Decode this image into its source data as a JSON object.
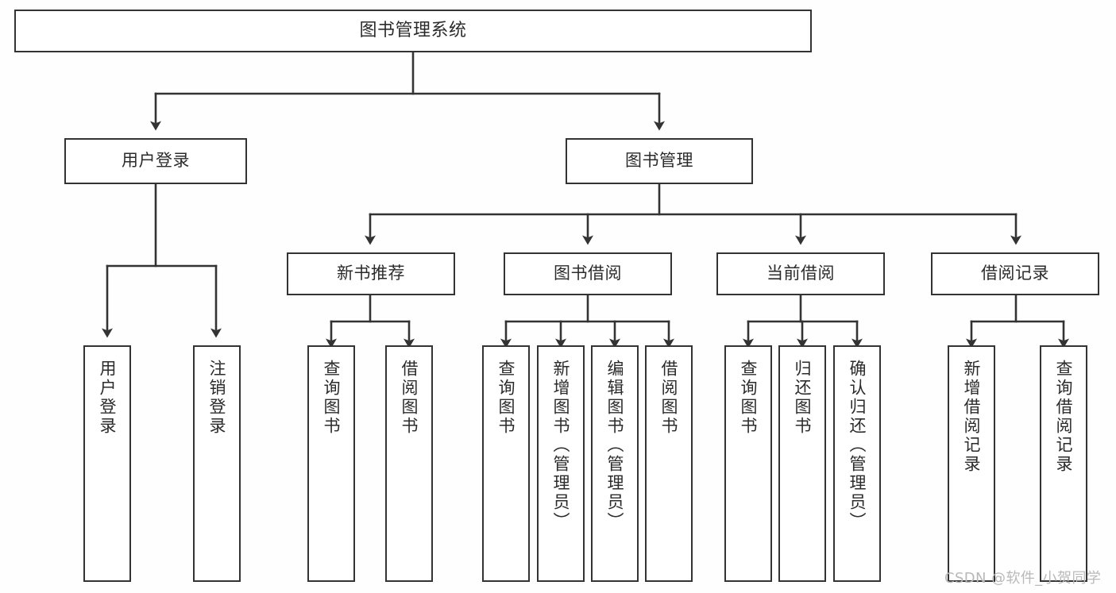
{
  "diagram": {
    "type": "tree",
    "title": "图书管理系统",
    "orientation": "top-down",
    "colors": {
      "background": "#fefefe",
      "node_fill": "#ffffff",
      "node_border": "#333333",
      "edge": "#333333",
      "text": "#2b2b2b",
      "watermark": "#b9b9b9"
    },
    "levels": {
      "level1": [
        "图书管理系统"
      ],
      "level2": [
        "用户登录",
        "图书管理"
      ],
      "level3": [
        "新书推荐",
        "图书借阅",
        "当前借阅",
        "借阅记录"
      ],
      "level4": [
        "用户登录",
        "注销登录",
        "查询图书",
        "借阅图书",
        "查询图书",
        "新增图书（管理员）",
        "编辑图书（管理员）",
        "借阅图书",
        "查询图书",
        "归还图书",
        "确认归还（管理员）",
        "新增借阅记录",
        "查询借阅记录"
      ]
    },
    "nodes": {
      "root": {
        "label": "图书管理系统"
      },
      "user_login": {
        "label": "用户登录"
      },
      "book_manage": {
        "label": "图书管理"
      },
      "new_book_rec": {
        "label": "新书推荐"
      },
      "book_borrow": {
        "label": "图书借阅"
      },
      "current_borrow": {
        "label": "当前借阅"
      },
      "borrow_record": {
        "label": "借阅记录"
      },
      "leaf_user_login": {
        "label": "用户登录"
      },
      "leaf_logout": {
        "label": "注销登录"
      },
      "leaf_query_book_1": {
        "label": "查询图书"
      },
      "leaf_borrow_book_1": {
        "label": "借阅图书"
      },
      "leaf_query_book_2": {
        "label": "查询图书"
      },
      "leaf_add_book": {
        "label": "新增图书（管理员）"
      },
      "leaf_edit_book": {
        "label": "编辑图书（管理员）"
      },
      "leaf_borrow_book_2": {
        "label": "借阅图书"
      },
      "leaf_query_book_3": {
        "label": "查询图书"
      },
      "leaf_return_book": {
        "label": "归还图书"
      },
      "leaf_confirm_return": {
        "label": "确认归还（管理员）"
      },
      "leaf_add_record": {
        "label": "新增借阅记录"
      },
      "leaf_query_record": {
        "label": "查询借阅记录"
      }
    },
    "edges": [
      {
        "from": "root",
        "to": "user_login"
      },
      {
        "from": "root",
        "to": "book_manage"
      },
      {
        "from": "user_login",
        "to": "leaf_user_login"
      },
      {
        "from": "user_login",
        "to": "leaf_logout"
      },
      {
        "from": "book_manage",
        "to": "new_book_rec"
      },
      {
        "from": "book_manage",
        "to": "book_borrow"
      },
      {
        "from": "book_manage",
        "to": "current_borrow"
      },
      {
        "from": "book_manage",
        "to": "borrow_record"
      },
      {
        "from": "new_book_rec",
        "to": "leaf_query_book_1"
      },
      {
        "from": "new_book_rec",
        "to": "leaf_borrow_book_1"
      },
      {
        "from": "book_borrow",
        "to": "leaf_query_book_2"
      },
      {
        "from": "book_borrow",
        "to": "leaf_add_book"
      },
      {
        "from": "book_borrow",
        "to": "leaf_edit_book"
      },
      {
        "from": "book_borrow",
        "to": "leaf_borrow_book_2"
      },
      {
        "from": "current_borrow",
        "to": "leaf_query_book_3"
      },
      {
        "from": "current_borrow",
        "to": "leaf_return_book"
      },
      {
        "from": "current_borrow",
        "to": "leaf_confirm_return"
      },
      {
        "from": "borrow_record",
        "to": "leaf_add_record"
      },
      {
        "from": "borrow_record",
        "to": "leaf_query_record"
      }
    ]
  },
  "watermark": {
    "text": "CSDN @软件_小贺同学"
  }
}
